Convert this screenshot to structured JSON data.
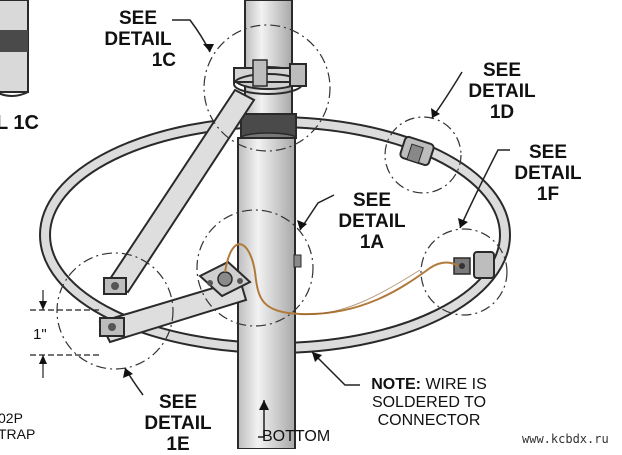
{
  "callouts": {
    "see": "SEE",
    "detail": "DETAIL",
    "d1c": "1C",
    "d1d": "1D",
    "d1f": "1F",
    "d1a": "1A",
    "d1e": "1E"
  },
  "partial_left_label": "L 1C",
  "note": {
    "label": "NOTE:",
    "line1": "WIRE IS",
    "line2": "SOLDERED TO",
    "line3": "CONNECTOR"
  },
  "bottom_label": "BOTTOM",
  "dimension_label": "1\"",
  "left_edge_text": {
    "line1": "02P",
    "line2": "TRAP"
  },
  "watermark": "www.kcbdx.ru",
  "colors": {
    "metal_fill": "#d9d9d9",
    "metal_stroke": "#2a2a2a",
    "band_dark": "#4a4a4a",
    "wire": "#b07a3a"
  }
}
